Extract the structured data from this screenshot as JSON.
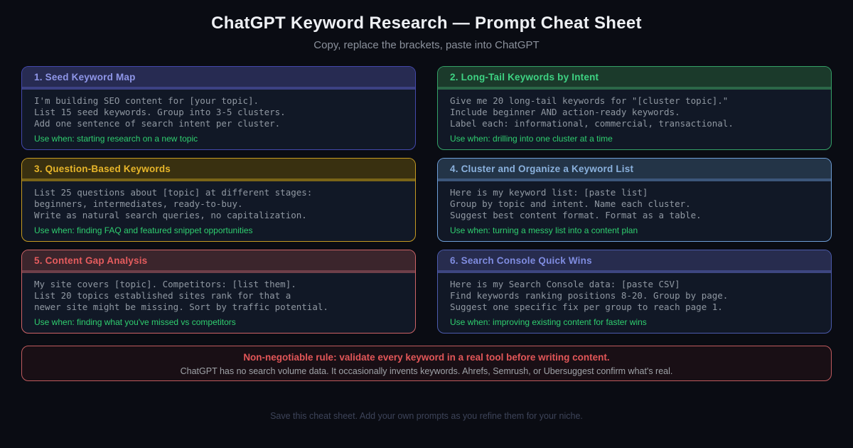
{
  "page": {
    "title": "ChatGPT Keyword Research — Prompt Cheat Sheet",
    "subtitle": "Copy, replace the brackets, paste into ChatGPT",
    "footer": "Save this cheat sheet. Add your own prompts as you refine them for your niche."
  },
  "cards": [
    {
      "title": "1. Seed Keyword Map",
      "prompt_lines": [
        "I'm building SEO content for [your topic].",
        "List 15 seed keywords. Group into 3-5 clusters.",
        "Add one sentence of search intent per cluster."
      ],
      "use_when": "Use when: starting research on a new topic",
      "colors": {
        "border": "#4449ad",
        "header_bg": "#272b52",
        "band": "#3c4183",
        "title": "#8f96e8"
      }
    },
    {
      "title": "2. Long-Tail Keywords by Intent",
      "prompt_lines": [
        "Give me 20 long-tail keywords for \"[cluster topic].\"",
        "Include beginner AND action-ready keywords.",
        "Label each: informational, commercial, transactional."
      ],
      "use_when": "Use when: drilling into one cluster at a time",
      "colors": {
        "border": "#35a267",
        "header_bg": "#1b3a2b",
        "band": "#2b6647",
        "title": "#3ed383"
      }
    },
    {
      "title": "3. Question-Based Keywords",
      "prompt_lines": [
        "List 25 questions about [topic] at different stages:",
        "beginners, intermediates, ready-to-buy.",
        "Write as natural search queries, no capitalization."
      ],
      "use_when": "Use when: finding FAQ and featured snippet opportunities",
      "colors": {
        "border": "#c69b22",
        "header_bg": "#393010",
        "band": "#7a6418",
        "title": "#e8b62a"
      }
    },
    {
      "title": "4. Cluster and Organize a Keyword List",
      "prompt_lines": [
        "Here is my keyword list: [paste list]",
        "Group by topic and intent. Name each cluster.",
        "Suggest best content format. Format as a table."
      ],
      "use_when": "Use when: turning a messy list into a content plan",
      "colors": {
        "border": "#6f9fd8",
        "header_bg": "#233447",
        "band": "#3c567a",
        "title": "#8ab1dd"
      }
    },
    {
      "title": "5. Content Gap Analysis",
      "prompt_lines": [
        "My site covers [topic]. Competitors: [list them].",
        "List 20 topics established sites rank for that a",
        "newer site might be missing. Sort by traffic potential."
      ],
      "use_when": "Use when: finding what you've missed vs competitors",
      "colors": {
        "border": "#cf6467",
        "header_bg": "#3b252c",
        "band": "#6e3f49",
        "title": "#e65c5e"
      }
    },
    {
      "title": "6. Search Console Quick Wins",
      "prompt_lines": [
        "Here is my Search Console data: [paste CSV]",
        "Find keywords ranking positions 8-20. Group by page.",
        "Suggest one specific fix per group to reach page 1."
      ],
      "use_when": "Use when: improving existing content for faster wins",
      "colors": {
        "border": "#4c5cae",
        "header_bg": "#272c4e",
        "band": "#3d4680",
        "title": "#7f8ce0"
      }
    }
  ],
  "warning": {
    "title": "Non-negotiable rule: validate every keyword in a real tool before writing content.",
    "body": "ChatGPT has no search volume data. It occasionally invents keywords. Ahrefs, Semrush, or Ubersuggest confirm what's real.",
    "colors": {
      "border": "#c05b5e"
    }
  }
}
